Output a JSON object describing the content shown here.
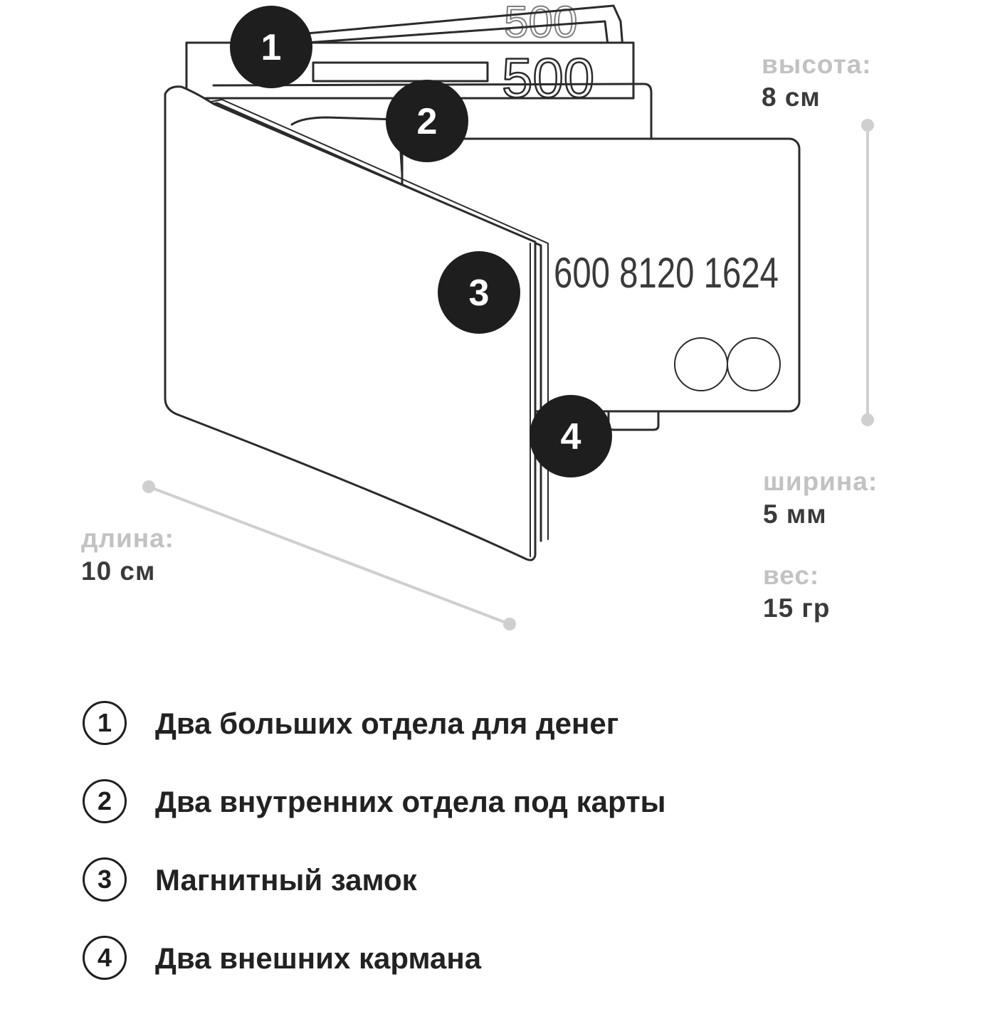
{
  "colors": {
    "outline": "#2b2b2b",
    "badge_fill": "#1e1e1e",
    "badge_text": "#ffffff",
    "measure_line": "#cfcfcf",
    "label_muted": "#c2c2c2",
    "value_text": "#3a3a3a"
  },
  "banknote": {
    "denomination": "500"
  },
  "card": {
    "number": "600 8120 1624",
    "brand_icon": "overlapping-circles-icon"
  },
  "badges": [
    "1",
    "2",
    "3",
    "4"
  ],
  "dimensions": {
    "height": {
      "label": "высота:",
      "value": "8 см"
    },
    "width": {
      "label": "ширина:",
      "value": "5 мм"
    },
    "weight": {
      "label": "вес:",
      "value": "15 гр"
    },
    "length": {
      "label": "длина:",
      "value": "10 см"
    }
  },
  "legend": [
    {
      "num": "1",
      "text": "Два больших отдела для денег"
    },
    {
      "num": "2",
      "text": "Два внутренних отдела под карты"
    },
    {
      "num": "3",
      "text": "Магнитный замок"
    },
    {
      "num": "4",
      "text": "Два внешних кармана"
    }
  ]
}
